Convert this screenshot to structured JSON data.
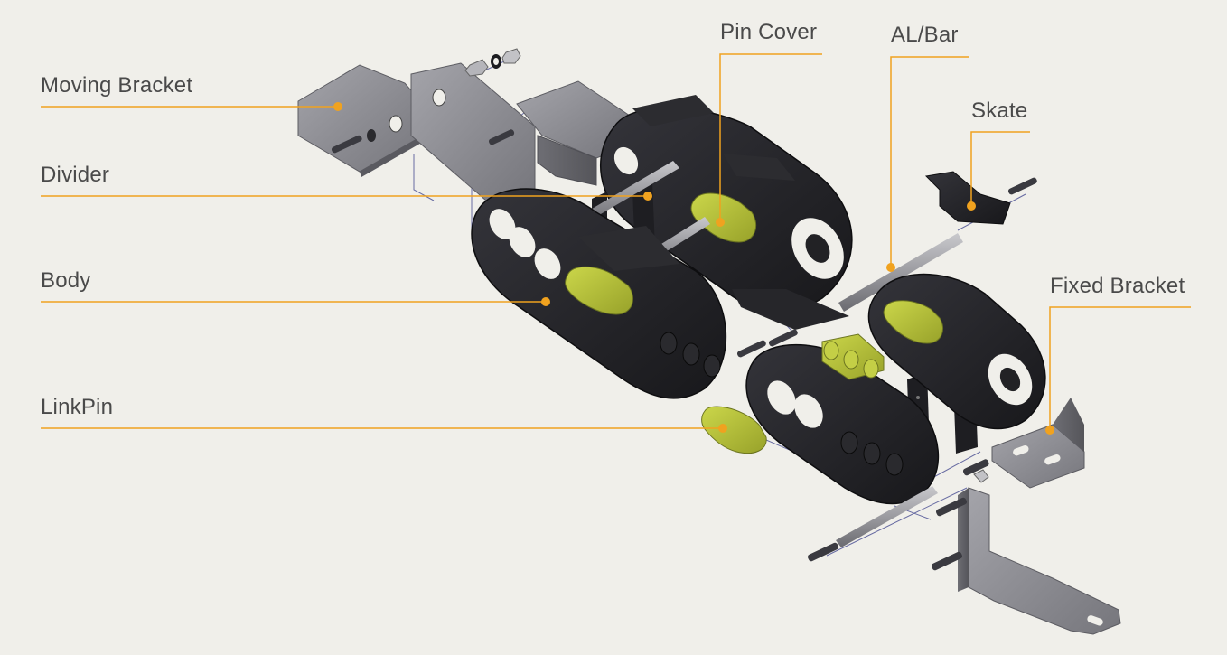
{
  "diagram": {
    "accent_color": "#f0a21f",
    "part_color_dark": "#222225",
    "part_color_metal": "#8e8e94",
    "part_color_highlight": "#b9c43a",
    "callouts": [
      {
        "id": "moving-bracket",
        "label": "Moving Bracket"
      },
      {
        "id": "divider",
        "label": "Divider"
      },
      {
        "id": "body",
        "label": "Body"
      },
      {
        "id": "linkpin",
        "label": "LinkPin"
      },
      {
        "id": "pin-cover",
        "label": "Pin Cover"
      },
      {
        "id": "al-bar",
        "label": "AL/Bar"
      },
      {
        "id": "skate",
        "label": "Skate"
      },
      {
        "id": "fixed-bracket",
        "label": "Fixed Bracket"
      }
    ]
  }
}
